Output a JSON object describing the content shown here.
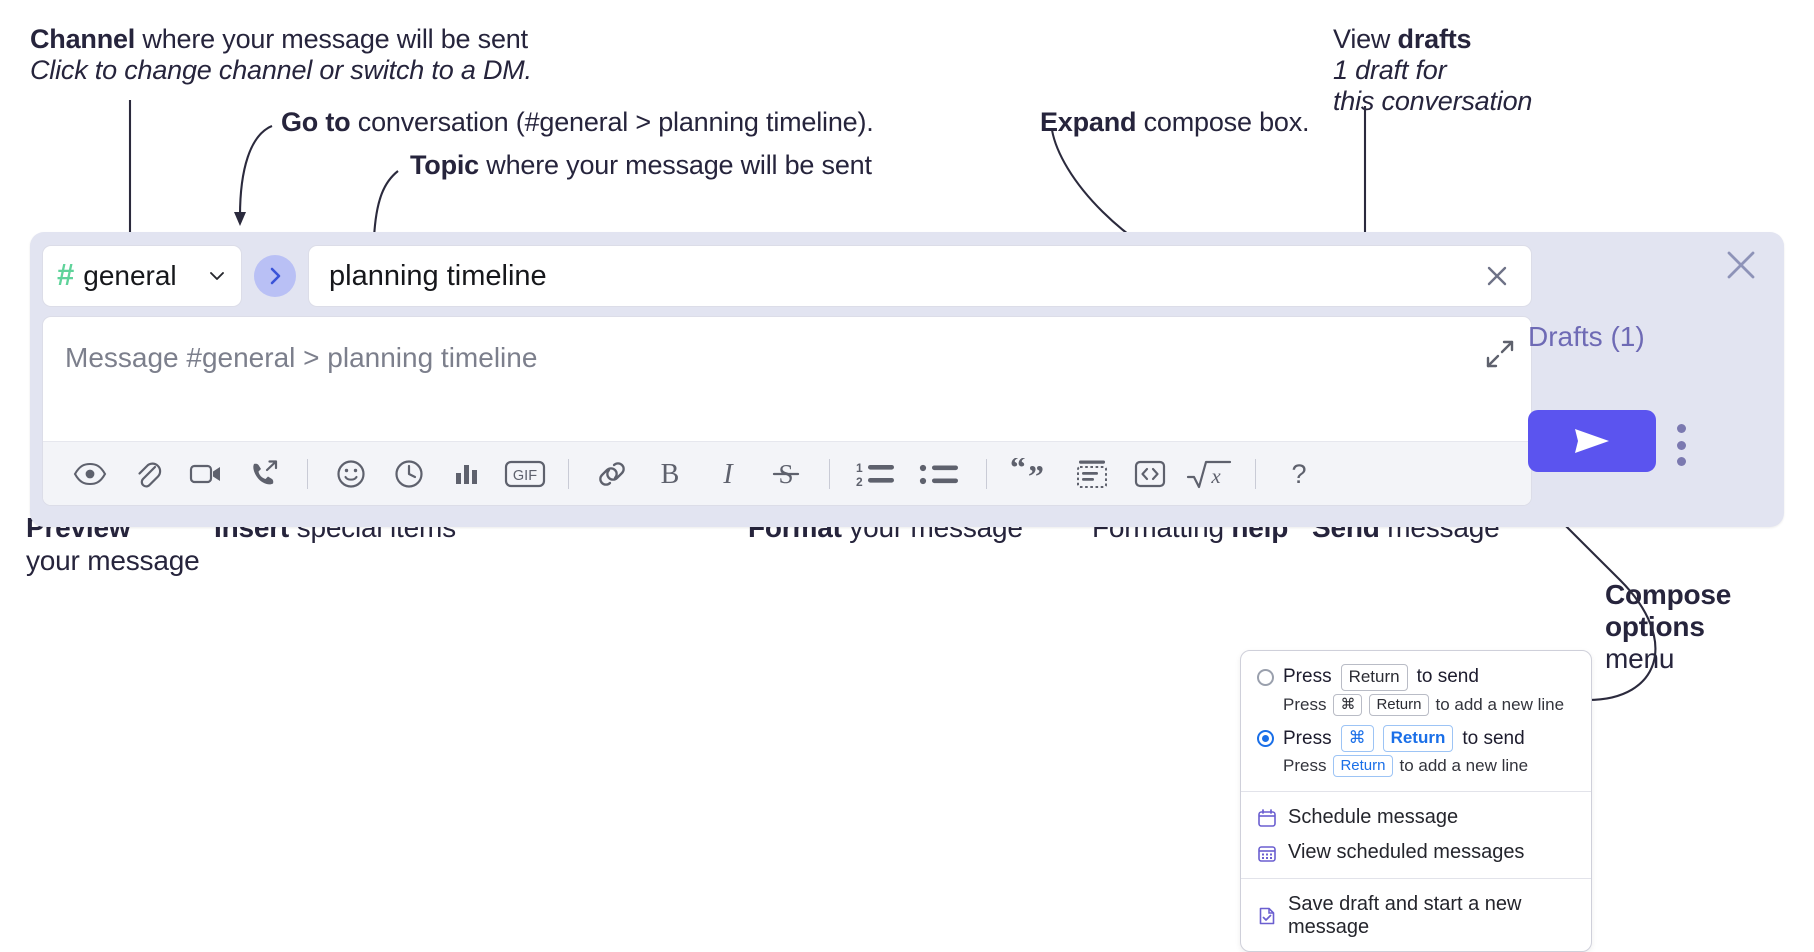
{
  "annotations": {
    "channel": {
      "bold": "Channel",
      "rest": " where your message will be sent",
      "italic": "Click to change channel or switch to a DM."
    },
    "goto": {
      "bold": "Go to",
      "rest": " conversation (#general > planning timeline)."
    },
    "topic": {
      "bold": "Topic",
      "rest": " where your message will be sent"
    },
    "expand": {
      "bold": "Expand",
      "rest": " compose box."
    },
    "drafts": {
      "pre": "View ",
      "bold": "drafts",
      "italic1": "1 draft for",
      "italic2": "this conversation"
    },
    "preview": {
      "bold": "Preview",
      "line2": "your message"
    },
    "insert": {
      "bold": "Insert",
      "rest": " special items"
    },
    "format": {
      "bold": "Format",
      "rest": " your message"
    },
    "formatting_help": {
      "pre": "Formatting ",
      "bold": "help"
    },
    "send": {
      "bold": "Send",
      "rest": " message"
    },
    "compose_options": {
      "bold1": "Compose",
      "bold2": "options",
      "rest": "menu"
    }
  },
  "compose": {
    "channel_name": "general",
    "channel_hash": "#",
    "topic_value": "planning timeline",
    "message_placeholder": "Message #general > planning timeline",
    "drafts_label": "Drafts (1)",
    "goto_icon": "chevron-right-icon",
    "close_icon": "close-icon",
    "expand_icon": "expand-icon",
    "topic_clear_icon": "close-icon",
    "send_icon": "send-paper-plane-icon",
    "kebab_icon": "kebab-vertical-icon",
    "accent_send": "#5b54ef",
    "accent_drafts": "#6e6ab5",
    "panel_bg": "#e2e4f1",
    "hash_color": "#5fd39a",
    "toolbar": [
      {
        "name": "preview-icon",
        "label": "Preview"
      },
      {
        "name": "attachment-icon",
        "label": "Attach file"
      },
      {
        "name": "video-icon",
        "label": "Record video clip"
      },
      {
        "name": "audio-call-icon",
        "label": "Record audio clip"
      },
      {
        "sep": true
      },
      {
        "name": "emoji-icon",
        "label": "Emoji"
      },
      {
        "name": "clock-icon",
        "label": "Reminder"
      },
      {
        "name": "poll-icon",
        "label": "Poll"
      },
      {
        "name": "gif-icon",
        "label": "GIF"
      },
      {
        "sep": true
      },
      {
        "name": "link-icon",
        "label": "Link"
      },
      {
        "name": "bold-icon",
        "label": "B"
      },
      {
        "name": "italic-icon",
        "label": "I"
      },
      {
        "name": "strikethrough-icon",
        "label": "Strikethrough"
      },
      {
        "sep": true
      },
      {
        "name": "ordered-list-icon",
        "label": "Ordered list"
      },
      {
        "name": "bulleted-list-icon",
        "label": "Bulleted list"
      },
      {
        "sep": true
      },
      {
        "name": "blockquote-icon",
        "label": "Blockquote"
      },
      {
        "name": "code-block-icon",
        "label": "Code block"
      },
      {
        "name": "code-inline-icon",
        "label": "Code"
      },
      {
        "name": "latex-icon",
        "label": "Math"
      },
      {
        "sep": true
      },
      {
        "name": "help-icon",
        "label": "?"
      }
    ]
  },
  "compose_menu": {
    "option1": {
      "pre": "Press",
      "key": "Return",
      "post": "to send",
      "selected": false
    },
    "option1_sub": {
      "pre": "Press",
      "key1": "⌘",
      "key2": "Return",
      "post": "to add a new line"
    },
    "option2": {
      "pre": "Press",
      "key1": "⌘",
      "key2": "Return",
      "post": "to send",
      "selected": true
    },
    "option2_sub": {
      "pre": "Press",
      "key": "Return",
      "post": "to add a new line"
    },
    "items": [
      {
        "label": "Schedule message",
        "icon": "calendar-icon"
      },
      {
        "label": "View scheduled messages",
        "icon": "calendar-grid-icon"
      },
      {
        "label": "Save draft and start a new message",
        "icon": "document-check-icon"
      }
    ]
  }
}
